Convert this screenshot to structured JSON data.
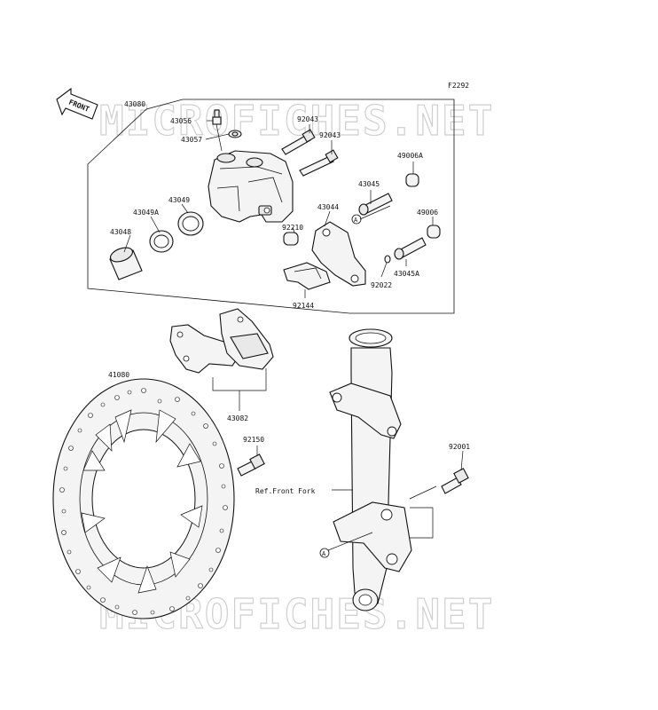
{
  "figure_code": "F2292",
  "front_marker": "FRONT",
  "watermark_text": "MICROFICHES.NET",
  "ref_label": "Ref.Front Fork",
  "callout_letter": "A",
  "labels": {
    "p43080": "43080",
    "p43056": "43056",
    "p43057": "43057",
    "p92043a": "92043",
    "p92043b": "92043",
    "p49006A": "49006A",
    "p43045": "43045",
    "p43049": "43049",
    "p43049A": "43049A",
    "p43048": "43048",
    "p43044": "43044",
    "p49006": "49006",
    "p92210": "92210",
    "p43045A": "43045A",
    "p92022": "92022",
    "p92144": "92144",
    "p41080": "41080",
    "p43082": "43082",
    "p92150": "92150",
    "p92001": "92001"
  }
}
